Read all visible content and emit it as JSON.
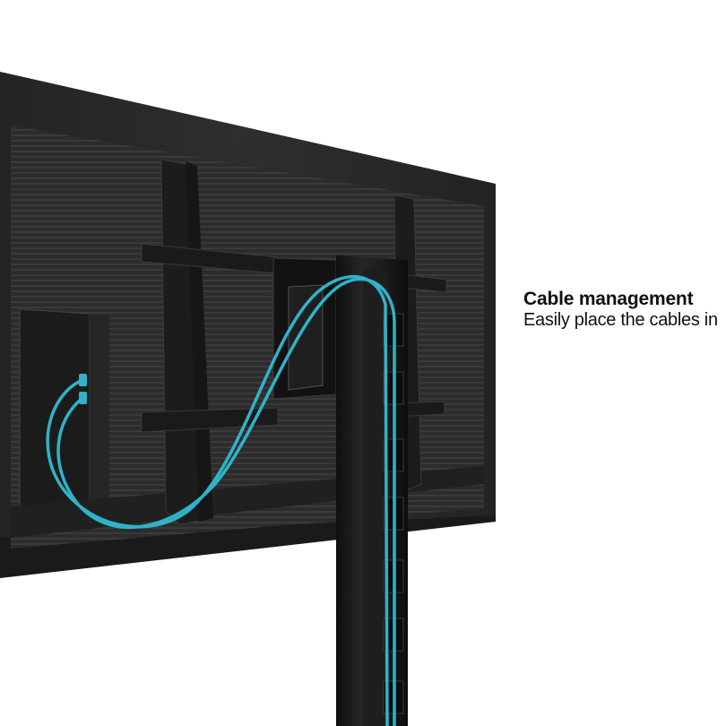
{
  "caption": {
    "title": "Cable management",
    "subtitle": "Easily place the cables in"
  },
  "colors": {
    "background": "#ffffff",
    "screen_back": "#2a2a2a",
    "bracket": "#1c1c1c",
    "cable": "#2fb3c9",
    "caption_text": "#111111"
  },
  "product": {
    "items": [
      "tv-back-panel",
      "vesa-mounting-bracket",
      "floor-stand-column",
      "cable-channel",
      "hdmi-cables"
    ]
  }
}
